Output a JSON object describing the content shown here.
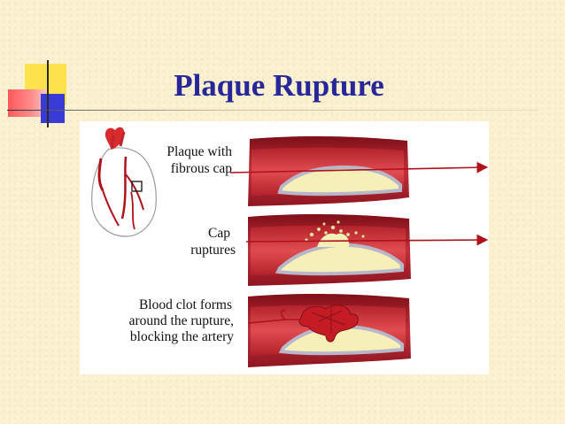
{
  "slide": {
    "title": "Plaque Rupture",
    "accent_colors": {
      "title": "#27279a",
      "artery": "#b5222a",
      "plaque": "#f6f0b8",
      "clot": "#c51b25"
    }
  },
  "figure": {
    "stages": [
      {
        "label_lines": [
          "Plaque with",
          "fibrous cap"
        ]
      },
      {
        "label_lines": [
          "Cap",
          "ruptures"
        ]
      },
      {
        "label_lines": [
          "Blood clot forms",
          "around the rupture,",
          "blocking the artery"
        ]
      }
    ],
    "icons": [
      "heart-icon",
      "flow-arrow-icon"
    ]
  }
}
